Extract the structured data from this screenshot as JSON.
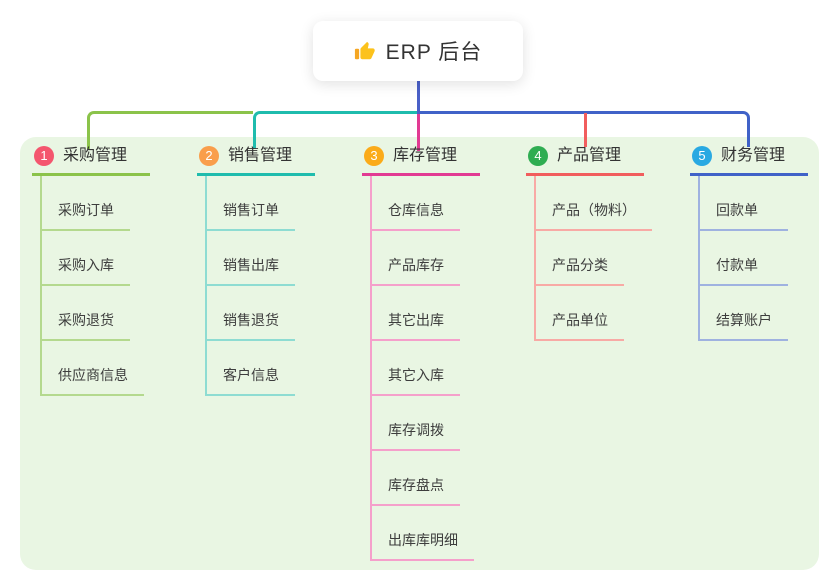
{
  "canvas": {
    "background": "#ffffff",
    "panel_background": "#e9f6e3"
  },
  "root": {
    "icon": "thumbs-up-icon",
    "label": "ERP 后台",
    "connector_color": "#4a60c8"
  },
  "branches": [
    {
      "badge": "1",
      "label": "采购管理",
      "badge_color": "#f4566e",
      "line_color": "#8bc34a",
      "child_line_color": "#b4d98e",
      "children": [
        "采购订单",
        "采购入库",
        "采购退货",
        "供应商信息"
      ]
    },
    {
      "badge": "2",
      "label": "销售管理",
      "badge_color": "#f99e4b",
      "line_color": "#1fbcad",
      "child_line_color": "#8edcd2",
      "children": [
        "销售订单",
        "销售出库",
        "销售退货",
        "客户信息"
      ]
    },
    {
      "badge": "3",
      "label": "库存管理",
      "badge_color": "#fbab19",
      "line_color": "#e23a93",
      "child_line_color": "#f5a0cb",
      "children": [
        "仓库信息",
        "产品库存",
        "其它出库",
        "其它入库",
        "库存调拨",
        "库存盘点",
        "出库库明细"
      ]
    },
    {
      "badge": "4",
      "label": "产品管理",
      "badge_color": "#2fad52",
      "line_color": "#f15d5d",
      "child_line_color": "#f8aaa5",
      "children": [
        "产品（物料）",
        "产品分类",
        "产品单位"
      ]
    },
    {
      "badge": "5",
      "label": "财务管理",
      "badge_color": "#29a9e2",
      "line_color": "#4062c8",
      "child_line_color": "#9fb2e0",
      "children": [
        "回款单",
        "付款单",
        "结算账户"
      ]
    }
  ]
}
